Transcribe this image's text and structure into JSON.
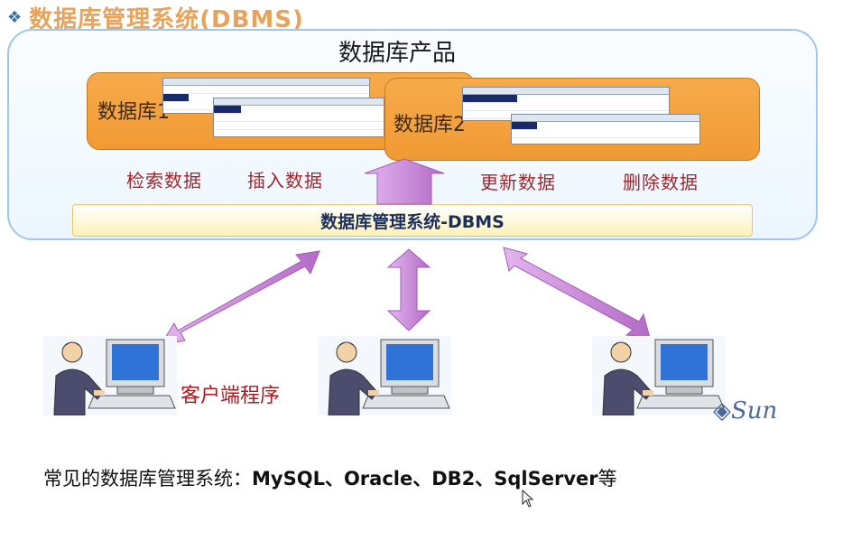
{
  "slide": {
    "title": "数据库管理系统(DBMS)",
    "panel_title": "数据库产品"
  },
  "databases": [
    {
      "label": "数据库1"
    },
    {
      "label": "数据库2"
    }
  ],
  "operations": [
    "检索数据",
    "插入数据",
    "更新数据",
    "删除数据"
  ],
  "dbms_bar": {
    "label": "数据库管理系统-DBMS"
  },
  "client": {
    "label": "客户端程序"
  },
  "logo": {
    "text": "Sun"
  },
  "footer": {
    "prefix": "常见的数据库管理系统：",
    "products": "MySQL、Oracle、DB2、SqlServer",
    "suffix": "等"
  },
  "colors": {
    "title": "#e8a35a",
    "db_box": "#f19a34",
    "op_text": "#a0272a",
    "arrow": "#c97bd9",
    "client_text": "#b0171d"
  },
  "icons": {
    "bullet": "diamond-bullet-icon",
    "client": "computer-user-icon",
    "cursor": "mouse-cursor-icon"
  }
}
